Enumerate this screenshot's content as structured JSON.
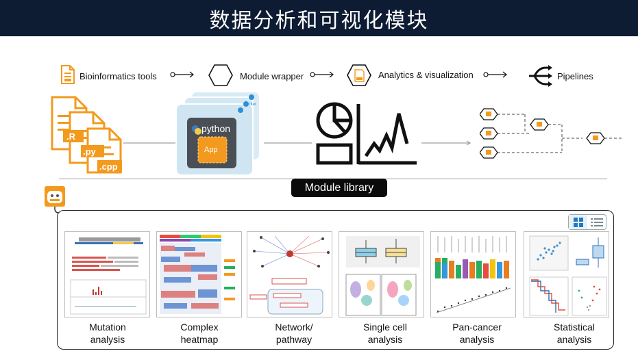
{
  "page_title": "数据分析和可视化模块",
  "flow": {
    "step1": "Bioinformatics tools",
    "step2": "Module wrapper",
    "step3": "Analytics & visualization",
    "step4": "Pipelines"
  },
  "files": {
    "r": ".R",
    "py": ".py",
    "cpp": ".cpp"
  },
  "wrapper": {
    "python_label": "python",
    "app_label": "App",
    "docker_label": "docker"
  },
  "module_library": "Module library",
  "modules": [
    {
      "line1": "Mutation",
      "line2": "analysis"
    },
    {
      "line1": "Complex",
      "line2": "heatmap"
    },
    {
      "line1": "Network/",
      "line2": "pathway"
    },
    {
      "line1": "Single cell",
      "line2": "analysis"
    },
    {
      "line1": "Pan-cancer",
      "line2": "analysis"
    },
    {
      "line1": "Statistical",
      "line2": "analysis"
    }
  ],
  "colors": {
    "accent_orange": "#f39a1e",
    "title_bg": "#0d1b33",
    "wrapper_blue": "#cfe6f2",
    "wrapper_dark": "#4a4f55"
  }
}
